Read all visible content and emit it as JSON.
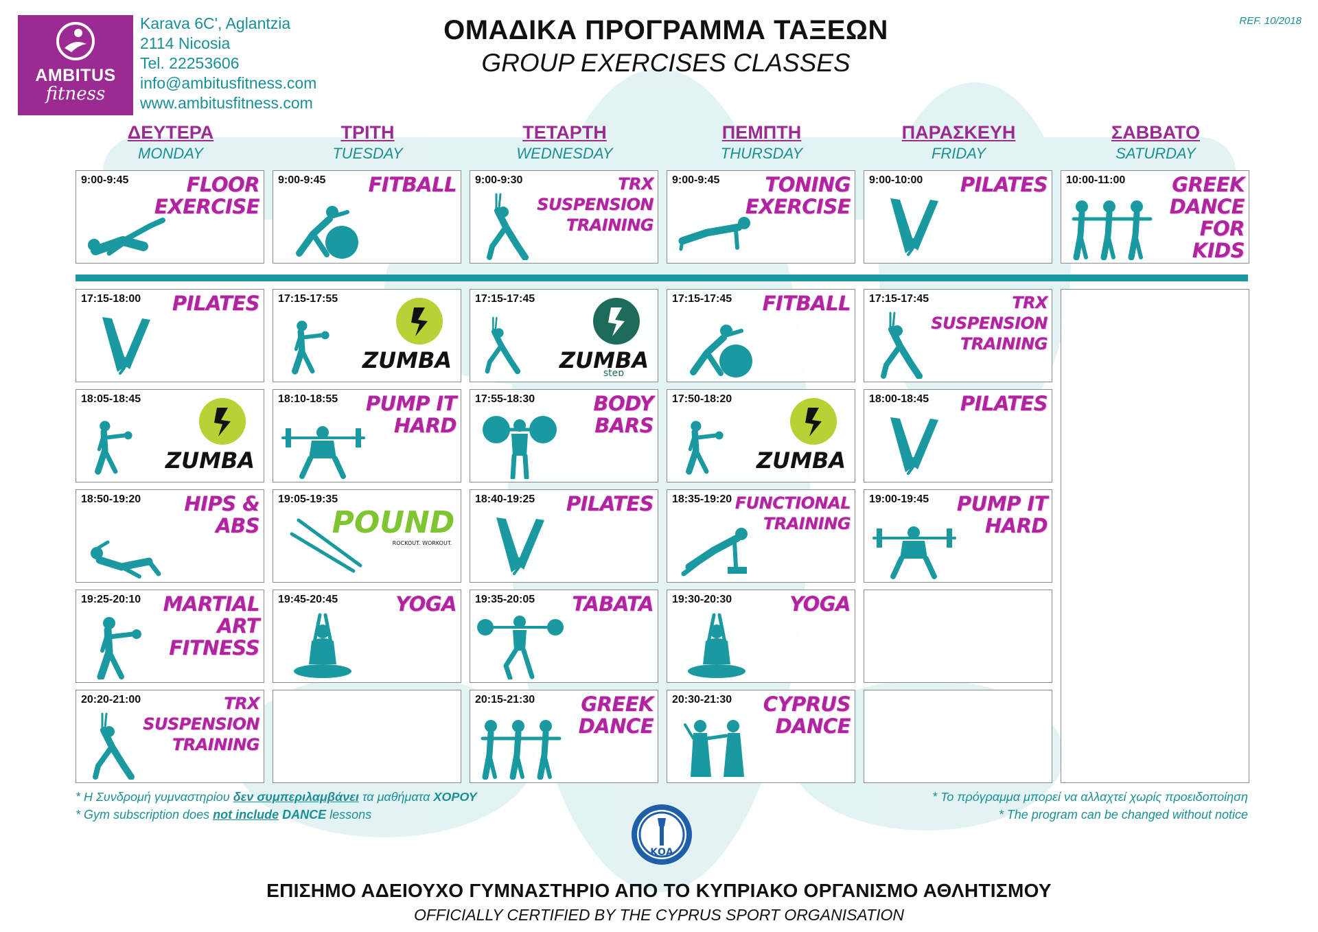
{
  "header": {
    "brand": "AMBITUS",
    "brand_script": "fitness",
    "contact": [
      "Karava 6C', Aglantzia",
      "2114 Nicosia",
      "Tel. 22253606",
      "info@ambitusfitness.com",
      "www.ambitusfitness.com"
    ],
    "title_gr": "ΟΜΑΔΙΚΑ ΠΡΟΓΡΑΜΜΑ ΤΑΞΕΩΝ",
    "title_en": "GROUP EXERCISES CLASSES",
    "ref": "REF. 10/2018"
  },
  "days": [
    {
      "gr": "ΔΕΥΤΕΡΑ",
      "en": "MONDAY"
    },
    {
      "gr": "ΤΡΙΤΗ",
      "en": "TUESDAY"
    },
    {
      "gr": "ΤΕΤΑΡΤΗ",
      "en": "WEDNESDAY"
    },
    {
      "gr": "ΠΕΜΠΤΗ",
      "en": "THURSDAY"
    },
    {
      "gr": "ΠΑΡΑΣΚΕΥΗ",
      "en": "FRIDAY"
    },
    {
      "gr": "ΣΑΒΒΑΤΟ",
      "en": "SATURDAY"
    }
  ],
  "morning": [
    {
      "time": "9:00-9:45",
      "name": "FLOOR\nEXERCISE",
      "icon": "floor-exercise-icon"
    },
    {
      "time": "9:00-9:45",
      "name": "FITBALL",
      "icon": "fitball-icon"
    },
    {
      "time": "9:00-9:30",
      "name": "TRX\nSUSPENSION\nTRAINING",
      "icon": "trx-icon"
    },
    {
      "time": "9:00-9:45",
      "name": "TONING\nEXERCISE",
      "icon": "pushup-icon"
    },
    {
      "time": "9:00-10:00",
      "name": "PILATES",
      "icon": "pilates-icon"
    },
    {
      "time": "10:00-11:00",
      "name": "GREEK\nDANCE\nFOR\nKIDS",
      "icon": "dance-icon"
    }
  ],
  "evening": [
    [
      {
        "time": "17:15-18:00",
        "name": "PILATES",
        "icon": "pilates-icon"
      },
      {
        "time": "18:05-18:45",
        "name": "ZUMBA",
        "icon": "zumba-logo"
      },
      {
        "time": "18:50-19:20",
        "name": "HIPS &\nABS",
        "icon": "situp-icon"
      },
      {
        "time": "19:25-20:10",
        "name": "MARTIAL\nART\nFITNESS",
        "icon": "boxing-icon"
      },
      {
        "time": "20:20-21:00",
        "name": "TRX\nSUSPENSION\nTRAINING",
        "icon": "trx-icon"
      }
    ],
    [
      {
        "time": "17:15-17:55",
        "name": "ZUMBA",
        "icon": "zumba-logo"
      },
      {
        "time": "18:10-18:55",
        "name": "PUMP IT\nHARD",
        "icon": "barbell-squat-icon"
      },
      {
        "time": "19:05-19:35",
        "name": "POUND",
        "sub": "ROCKOUT. WORKOUT.",
        "icon": "pound-logo"
      },
      {
        "time": "19:45-20:45",
        "name": "YOGA",
        "icon": "yoga-icon"
      },
      null
    ],
    [
      {
        "time": "17:15-17:45",
        "name": "ZUMBA",
        "sub": "step",
        "icon": "zumba-step-logo"
      },
      {
        "time": "17:55-18:30",
        "name": "BODY\nBARS",
        "icon": "body-bar-icon"
      },
      {
        "time": "18:40-19:25",
        "name": "PILATES",
        "icon": "pilates-icon"
      },
      {
        "time": "19:35-20:05",
        "name": "TABATA",
        "icon": "barbell-lunge-icon"
      },
      {
        "time": "20:15-21:30",
        "name": "GREEK\nDANCE",
        "icon": "dance-icon"
      }
    ],
    [
      {
        "time": "17:15-17:45",
        "name": "FITBALL",
        "icon": "fitball-icon"
      },
      {
        "time": "17:50-18:20",
        "name": "ZUMBA",
        "icon": "zumba-logo"
      },
      {
        "time": "18:35-19:20",
        "name": "FUNCTIONAL\nTRAINING",
        "icon": "functional-icon"
      },
      {
        "time": "19:30-20:30",
        "name": "YOGA",
        "icon": "yoga-icon"
      },
      {
        "time": "20:30-21:30",
        "name": "CYPRUS\nDANCE",
        "icon": "couple-dance-icon"
      }
    ],
    [
      {
        "time": "17:15-17:45",
        "name": "TRX\nSUSPENSION\nTRAINING",
        "icon": "trx-icon"
      },
      {
        "time": "18:00-18:45",
        "name": "PILATES",
        "icon": "pilates-icon"
      },
      {
        "time": "19:00-19:45",
        "name": "PUMP IT\nHARD",
        "icon": "barbell-squat-icon"
      },
      null,
      null
    ]
  ],
  "notes": {
    "left_gr_pre": "* Η Συνδρομή γυμναστηρίου ",
    "left_gr_em": "δεν συμπεριλαμβάνει",
    "left_gr_mid": " τα μαθήματα ",
    "left_gr_end": "ΧΟΡΟΥ",
    "left_en_pre": "* Gym subscription does ",
    "left_en_em": "not include",
    "left_en_mid": " ",
    "left_en_end": "DANCE",
    "left_en_post": " lessons",
    "right_gr": "* Το πρόγραμμα μπορεί να αλλαχτεί χωρίς προειδοποίηση",
    "right_en": "* The program can be changed without notice"
  },
  "footer": {
    "gr": "ΕΠΙΣΗΜΟ ΑΔΕΙΟΥΧΟ ΓΥΜΝΑΣΤΗΡΙΟ ΑΠΟ ΤΟ ΚΥΠΡΙΑΚΟ ΟΡΓΑΝΙΣΜΟ ΑΘΛΗΤΙΣΜΟΥ",
    "en": "OFFICIALLY CERTIFIED BY THE CYPRUS SPORT ORGANISATION",
    "seal_text": "ΚΟΑ"
  },
  "colors": {
    "purple": "#9b2b93",
    "magenta": "#b0249f",
    "teal": "#1a9aa0",
    "lime": "#b5d334"
  }
}
